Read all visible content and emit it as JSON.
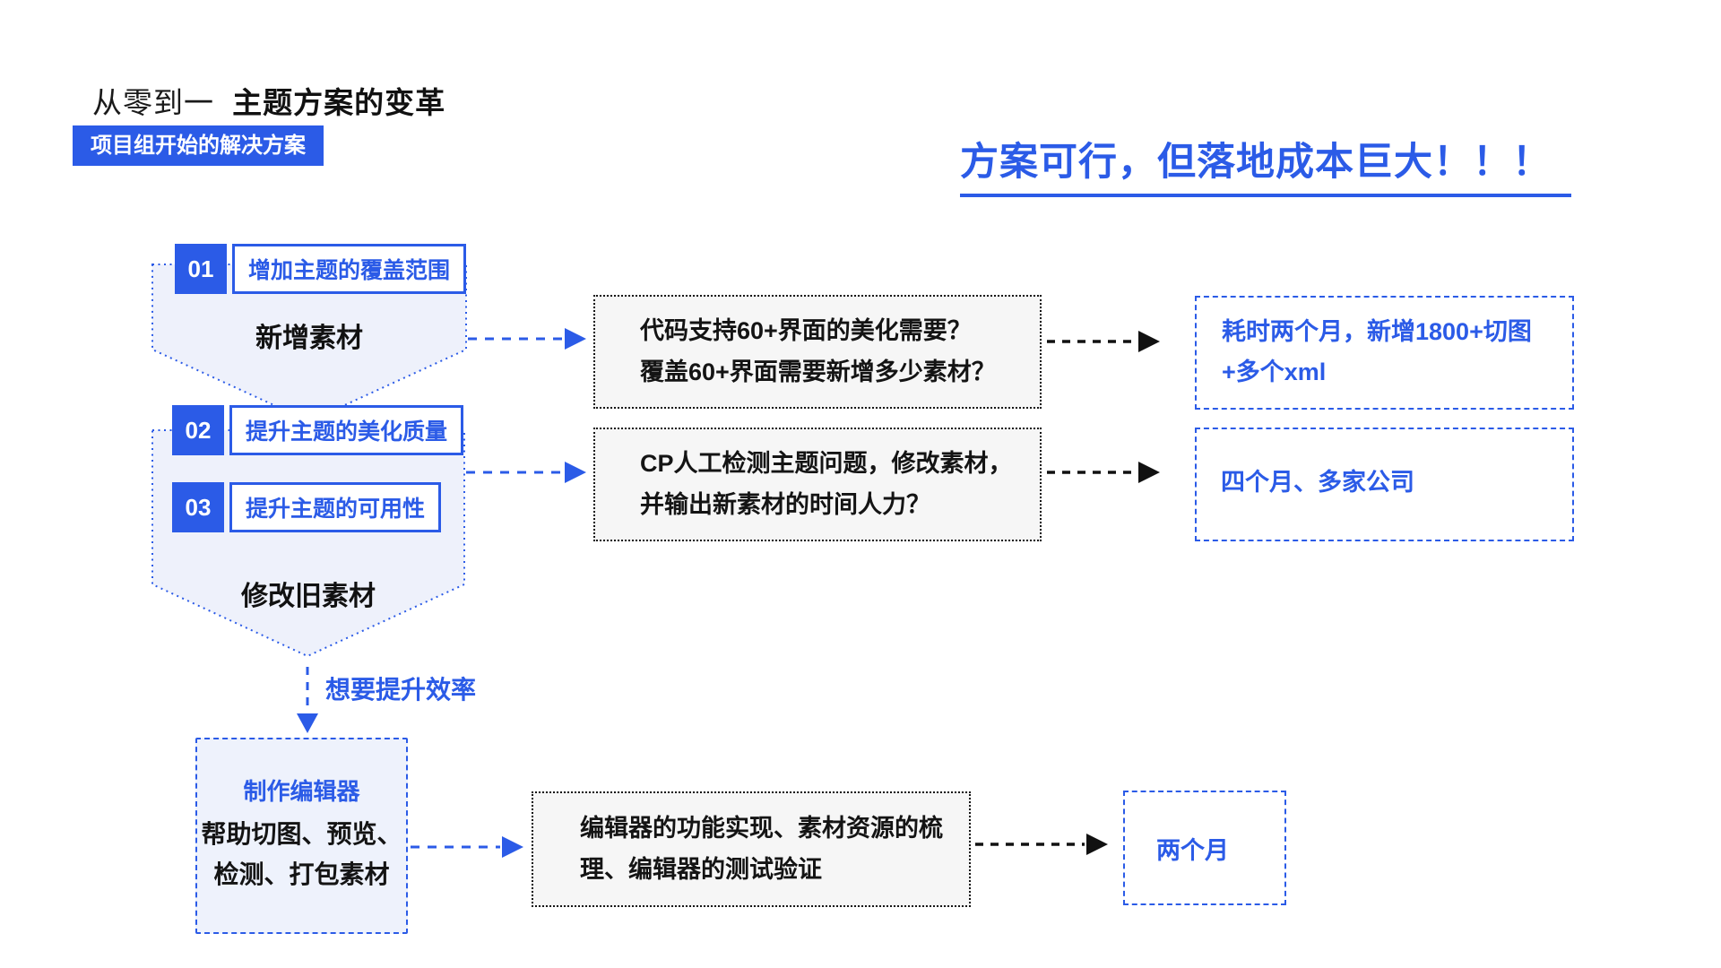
{
  "header": {
    "title_prefix": "从零到一",
    "title_main": "主题方案的变革",
    "tag": "项目组开始的解决方案",
    "conclusion": "方案可行，但落地成本巨大！！！"
  },
  "steps": [
    {
      "num": "01",
      "label": "增加主题的覆盖范围"
    },
    {
      "num": "02",
      "label": "提升主题的美化质量"
    },
    {
      "num": "03",
      "label": "提升主题的可用性"
    }
  ],
  "groups": [
    {
      "caption": "新增素材"
    },
    {
      "caption": "修改旧素材"
    }
  ],
  "transition": {
    "label": "想要提升效率"
  },
  "editor": {
    "title": "制作编辑器",
    "body_line1": "帮助切图、预览、",
    "body_line2": "检测、打包素材"
  },
  "questions": [
    {
      "line1": "代码支持60+界面的美化需要？",
      "line2": "覆盖60+界面需要新增多少素材？"
    },
    {
      "line1": "CP人工检测主题问题，修改素材，",
      "line2": "并输出新素材的时间人力？"
    },
    {
      "line1": "编辑器的功能实现、素材资源的梳",
      "line2": "理、编辑器的测试验证"
    }
  ],
  "outcomes": [
    {
      "line1": "耗时两个月，新增1800+切图",
      "line2": "+多个xml"
    },
    {
      "line1": "四个月、多家公司"
    },
    {
      "line1": "两个月"
    }
  ],
  "colors": {
    "accent_blue": "#2B5BE7",
    "container_fill": "#EEF1FB",
    "question_fill": "#F6F6F6",
    "text_black": "#141414"
  }
}
